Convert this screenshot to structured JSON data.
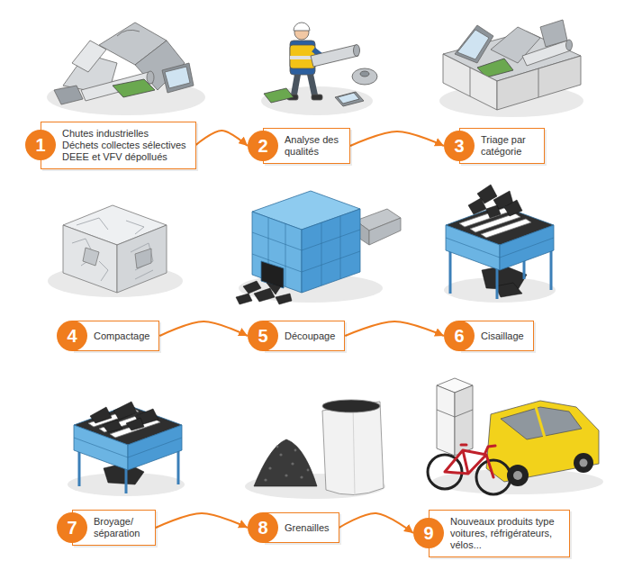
{
  "diagram": {
    "nodes": [
      {
        "text": [
          "1",
          "Chutes industrielles",
          "Déchets collectes sélectives",
          "DEEE et VFV dépollués"
        ]
      },
      {
        "text": [
          "2",
          "Analyse des qualités"
        ]
      },
      {
        "text": [
          "3",
          "Triage par catégorie"
        ]
      },
      {
        "text": [
          "4",
          "Compactage"
        ]
      },
      {
        "text": [
          "5",
          "Découpage"
        ]
      },
      {
        "text": [
          "6",
          "Cisaillage"
        ]
      },
      {
        "text": [
          "7",
          "Broyage/ séparation"
        ]
      },
      {
        "text": [
          "8",
          "Grenailles"
        ]
      },
      {
        "text": [
          "9",
          "Nouveaux produits type voitures, réfrigérateurs, vélos..."
        ]
      }
    ],
    "edges": [
      {
        "from": 0,
        "to": 1,
        "arrow": "to"
      },
      {
        "from": 1,
        "to": 2,
        "arrow": "to"
      },
      {
        "from": 3,
        "to": 4,
        "arrow": "to"
      },
      {
        "from": 4,
        "to": 5,
        "arrow": "to"
      },
      {
        "from": 6,
        "to": 7,
        "arrow": "to"
      },
      {
        "from": 7,
        "to": 8,
        "arrow": "to"
      }
    ]
  }
}
